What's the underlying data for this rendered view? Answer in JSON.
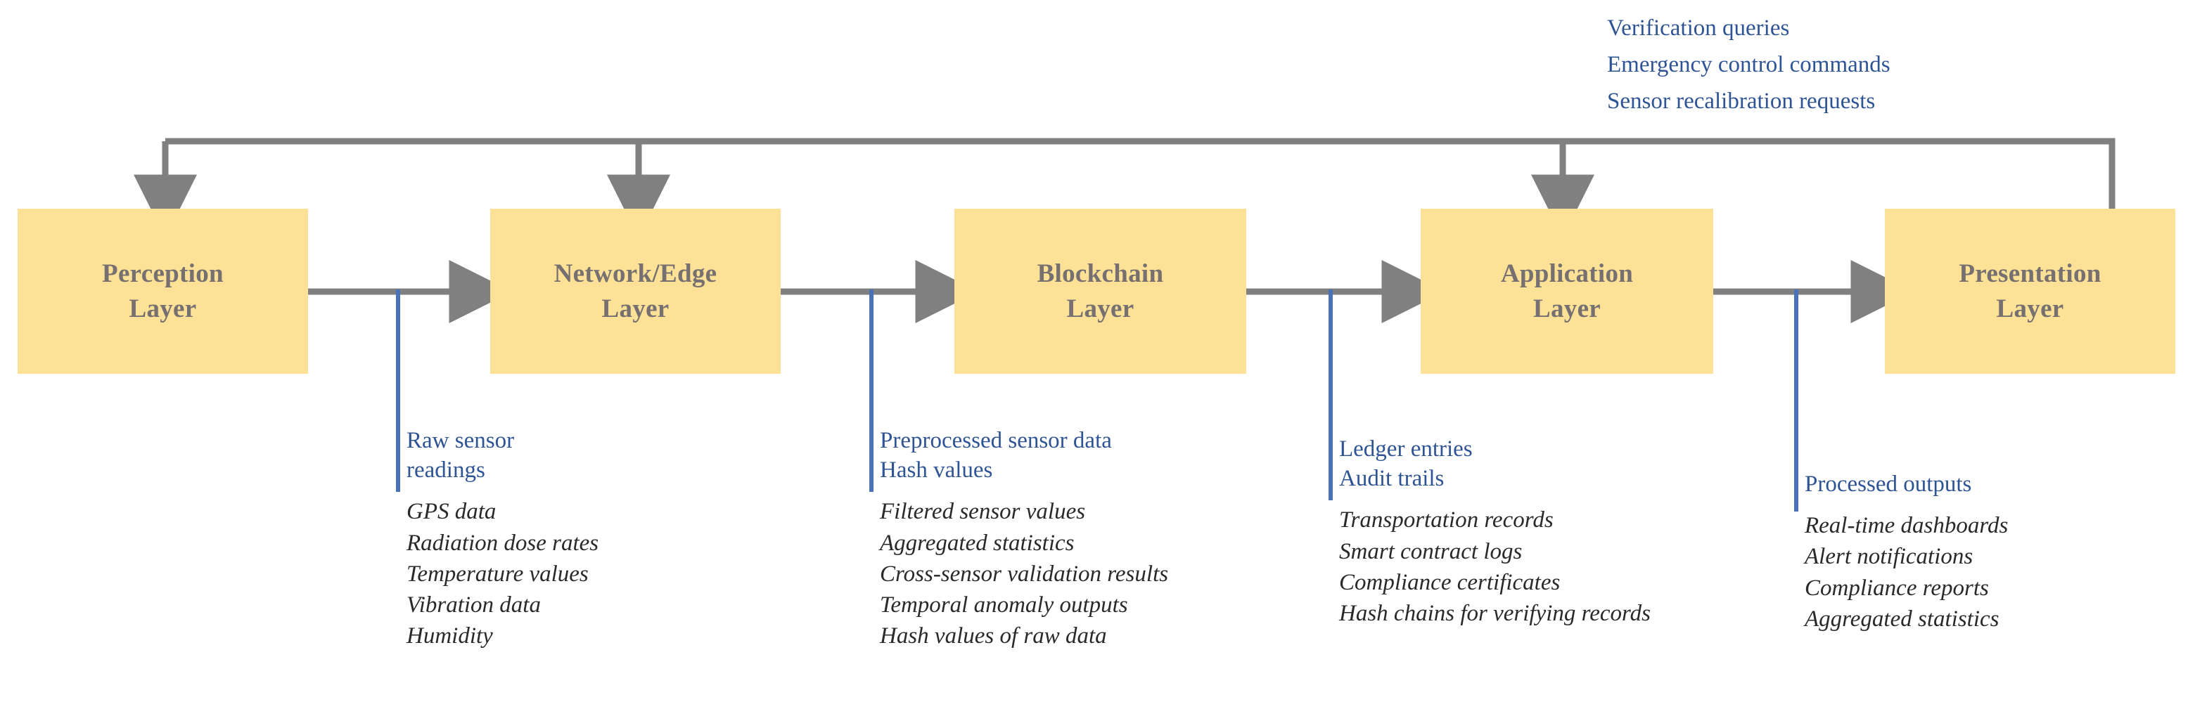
{
  "colors": {
    "box_fill": "#FCE196",
    "box_text": "#767070",
    "arrow_gray": "#808080",
    "accent_blue": "#2E5495",
    "tick_blue": "#4A72B8",
    "item_text": "#2A2A2A",
    "background": "#FFFFFF"
  },
  "layers": [
    {
      "id": "perception",
      "label": "Perception\nLayer"
    },
    {
      "id": "network-edge",
      "label": "Network/Edge\nLayer"
    },
    {
      "id": "blockchain",
      "label": "Blockchain\nLayer"
    },
    {
      "id": "application",
      "label": "Application\nLayer"
    },
    {
      "id": "presentation",
      "label": "Presentation\nLayer"
    }
  ],
  "feedback_bus": {
    "labels": [
      "Verification queries",
      "Emergency control commands",
      "Sensor recalibration requests"
    ]
  },
  "flows": [
    {
      "id": "raw-sensor-readings",
      "header": "Raw sensor\nreadings",
      "header_lines": [
        "Raw sensor",
        "readings"
      ],
      "items": [
        "GPS data",
        "Radiation dose rates",
        "Temperature values",
        "Vibration data",
        "Humidity"
      ]
    },
    {
      "id": "preprocessed-sensor-data",
      "header": "Preprocessed sensor data\nHash values",
      "header_lines": [
        "Preprocessed sensor data",
        "Hash values"
      ],
      "items": [
        "Filtered sensor values",
        "Aggregated statistics",
        "Cross-sensor validation results",
        "Temporal anomaly outputs",
        "Hash values of raw data"
      ]
    },
    {
      "id": "ledger-entries",
      "header": "Ledger entries\nAudit trails",
      "header_lines": [
        "Ledger entries",
        "Audit trails"
      ],
      "items": [
        "Transportation records",
        "Smart contract logs",
        "Compliance certificates",
        "Hash chains for verifying records"
      ]
    },
    {
      "id": "processed-outputs",
      "header": "Processed outputs",
      "header_lines": [
        "Processed outputs"
      ],
      "items": [
        "Real-time dashboards",
        "Alert notifications",
        "Compliance reports",
        "Aggregated statistics"
      ]
    }
  ]
}
